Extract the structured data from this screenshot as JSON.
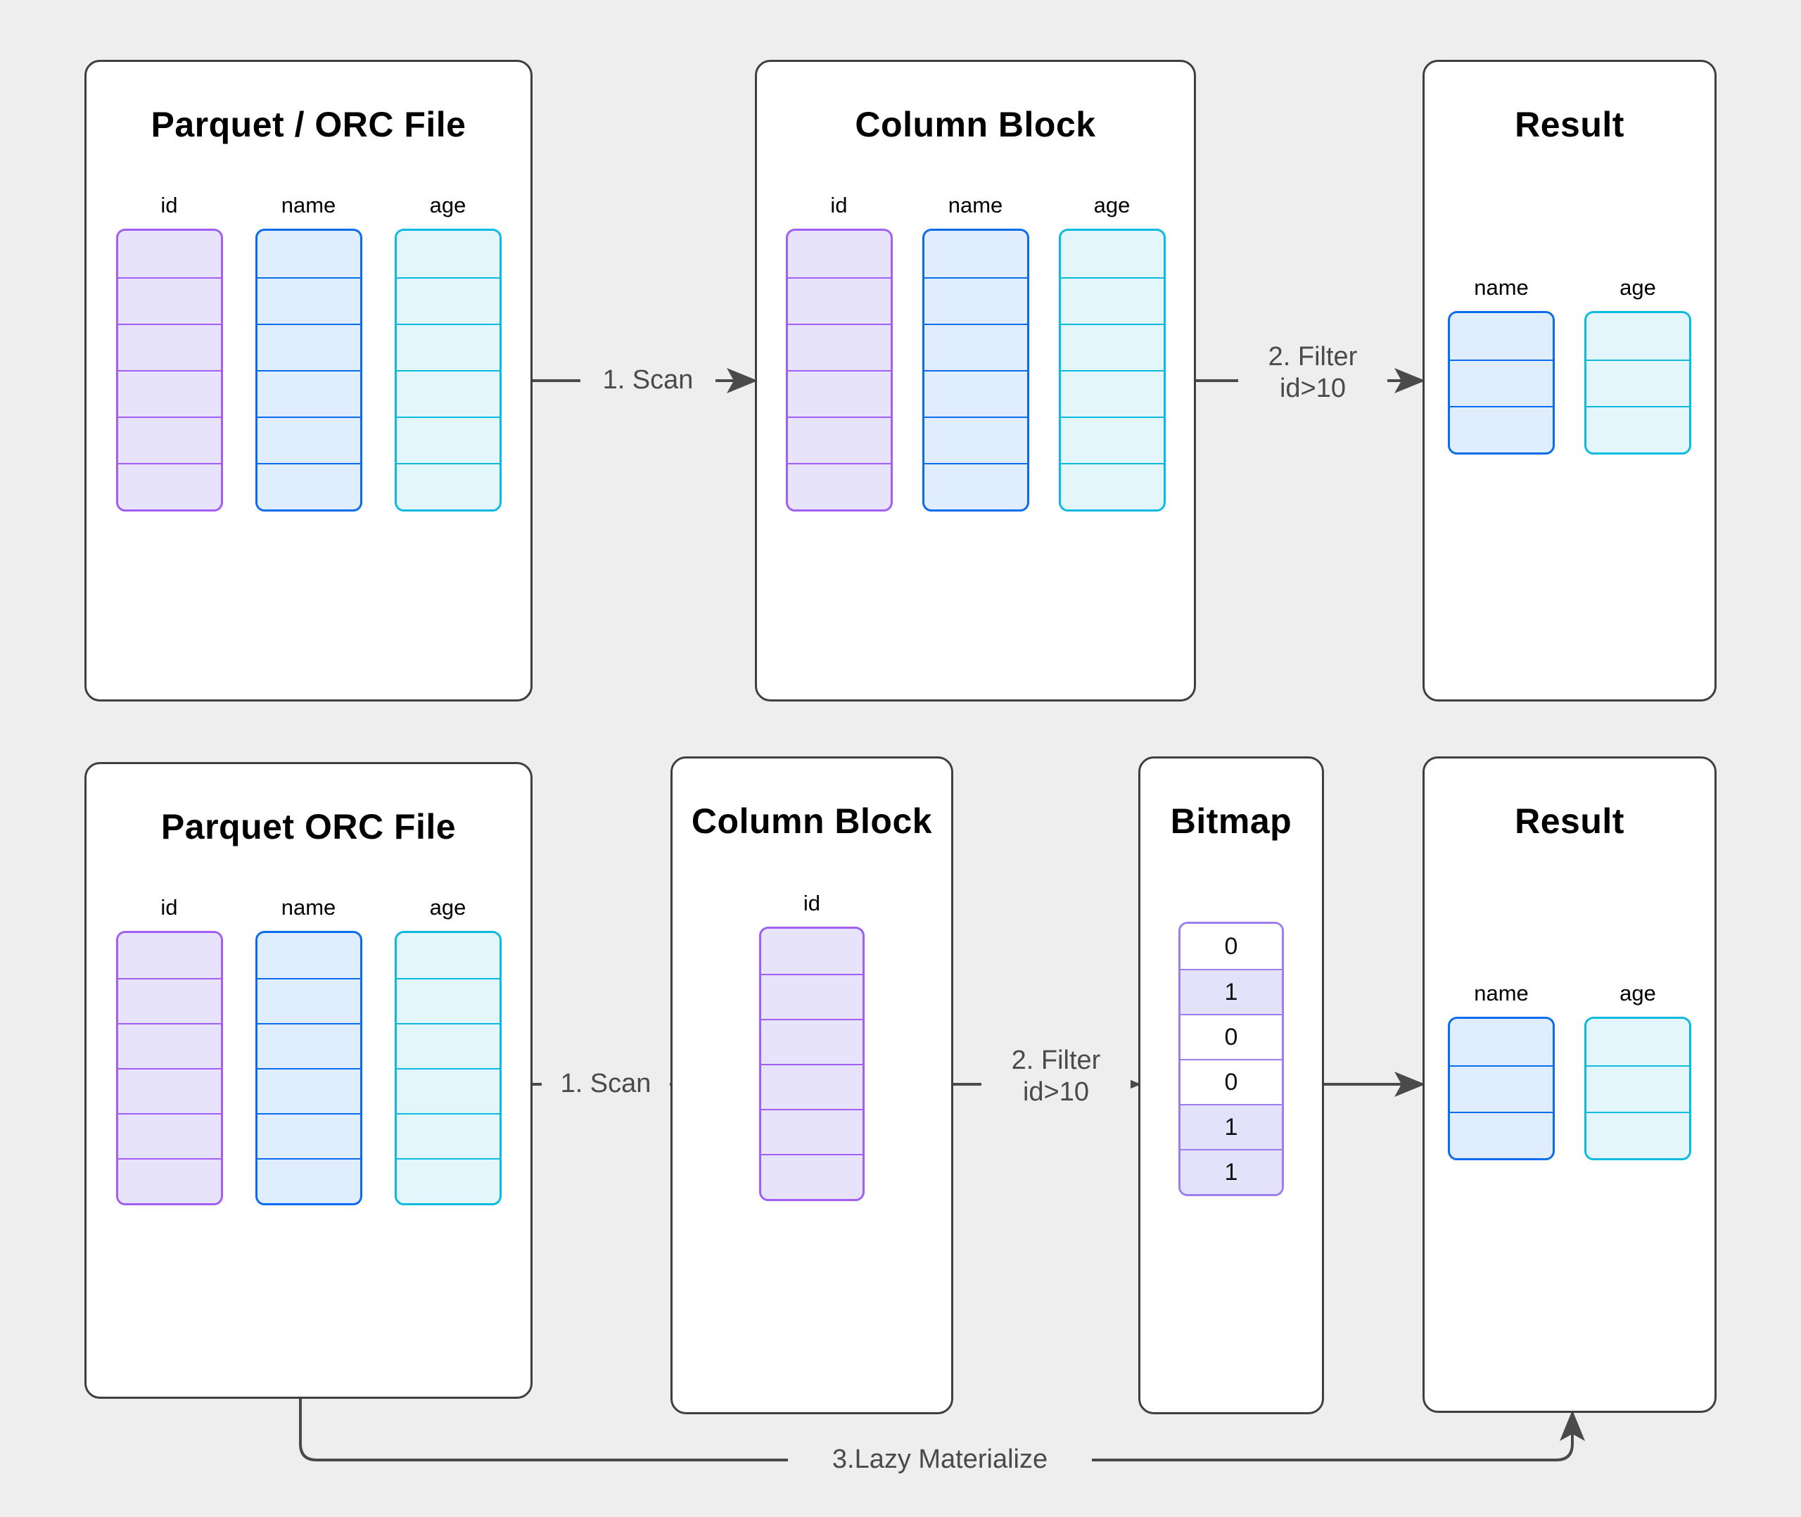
{
  "theme": {
    "background": "#efeeee",
    "panel_border": "#3f3f3f",
    "panel_fill": "#ffffff",
    "edge_color": "#4a4a4a",
    "col_id_border": "#a25ef5",
    "col_id_fill": "#e6e3fb",
    "col_name_border": "#0b6cf0",
    "col_name_fill": "#e0edfd",
    "col_age_border": "#0ebbe0",
    "col_age_fill": "#e2f6fc",
    "bitmap_border": "#9d7ef0",
    "bitmap_on_fill": "#e4e1fb",
    "bitmap_off_fill": "#ffffff"
  },
  "row1": {
    "source": {
      "title": "Parquet / ORC File",
      "columns": [
        {
          "label": "id",
          "rows": 6,
          "theme": "id"
        },
        {
          "label": "name",
          "rows": 6,
          "theme": "name"
        },
        {
          "label": "age",
          "rows": 6,
          "theme": "age"
        }
      ]
    },
    "block": {
      "title": "Column Block",
      "columns": [
        {
          "label": "id",
          "rows": 6,
          "theme": "id"
        },
        {
          "label": "name",
          "rows": 6,
          "theme": "name"
        },
        {
          "label": "age",
          "rows": 6,
          "theme": "age"
        }
      ]
    },
    "result": {
      "title": "Result",
      "columns": [
        {
          "label": "name",
          "rows": 3,
          "theme": "name"
        },
        {
          "label": "age",
          "rows": 3,
          "theme": "age"
        }
      ]
    },
    "edges": {
      "scan": "1. Scan",
      "filter": "2. Filter\nid>10"
    }
  },
  "row2": {
    "source": {
      "title": "Parquet ORC File",
      "columns": [
        {
          "label": "id",
          "rows": 6,
          "theme": "id"
        },
        {
          "label": "name",
          "rows": 6,
          "theme": "name"
        },
        {
          "label": "age",
          "rows": 6,
          "theme": "age"
        }
      ]
    },
    "block": {
      "title": "Column Block",
      "columns": [
        {
          "label": "id",
          "rows": 6,
          "theme": "id"
        }
      ]
    },
    "bitmap": {
      "title": "Bitmap",
      "label": "",
      "values": [
        "0",
        "1",
        "0",
        "0",
        "1",
        "1"
      ]
    },
    "result": {
      "title": "Result",
      "columns": [
        {
          "label": "name",
          "rows": 3,
          "theme": "name"
        },
        {
          "label": "age",
          "rows": 3,
          "theme": "age"
        }
      ]
    },
    "edges": {
      "scan": "1. Scan",
      "filter": "2. Filter\nid>10",
      "bitmap_to_result": "",
      "lazy": "3.Lazy Materialize"
    }
  }
}
